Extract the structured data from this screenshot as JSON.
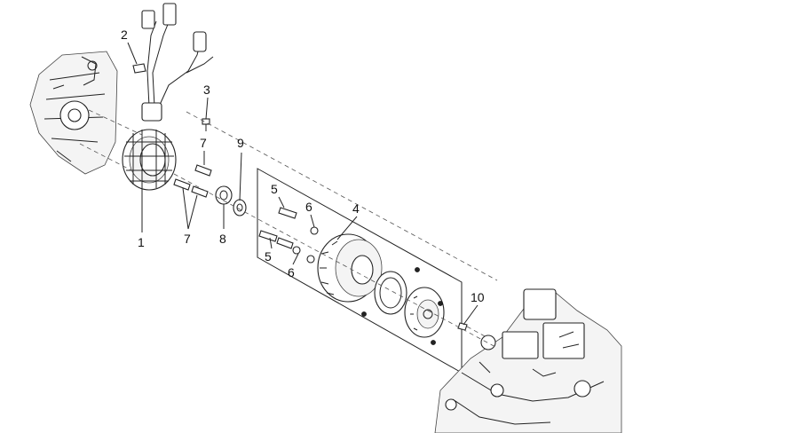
{
  "callouts": [
    {
      "id": "label-1",
      "text": "1"
    },
    {
      "id": "label-2",
      "text": "2"
    },
    {
      "id": "label-3",
      "text": "3"
    },
    {
      "id": "label-4",
      "text": "4"
    },
    {
      "id": "label-5a",
      "text": "5"
    },
    {
      "id": "label-5b",
      "text": "5"
    },
    {
      "id": "label-6a",
      "text": "6"
    },
    {
      "id": "label-6b",
      "text": "6"
    },
    {
      "id": "label-7a",
      "text": "7"
    },
    {
      "id": "label-7b",
      "text": "7"
    },
    {
      "id": "label-8",
      "text": "8"
    },
    {
      "id": "label-9",
      "text": "9"
    },
    {
      "id": "label-10",
      "text": "10"
    }
  ]
}
